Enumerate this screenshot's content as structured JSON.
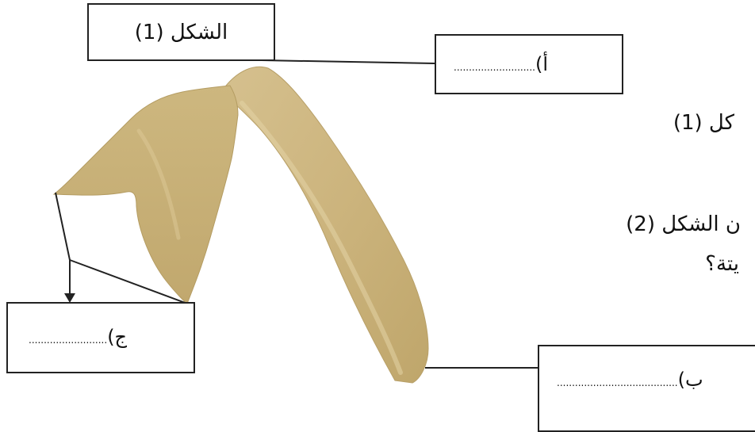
{
  "figure": {
    "title": "الشكل (1)"
  },
  "labels": {
    "a": {
      "letter": "أ)",
      "blank": "..........................."
    },
    "b": {
      "letter": "ب)",
      "blank": "........................................"
    },
    "c": {
      "letter": "ج)",
      "blank": ".........................."
    }
  },
  "background_text": {
    "line1": "كل (1)",
    "line2": "ن الشكل (2)",
    "line3": "يتة؟"
  }
}
